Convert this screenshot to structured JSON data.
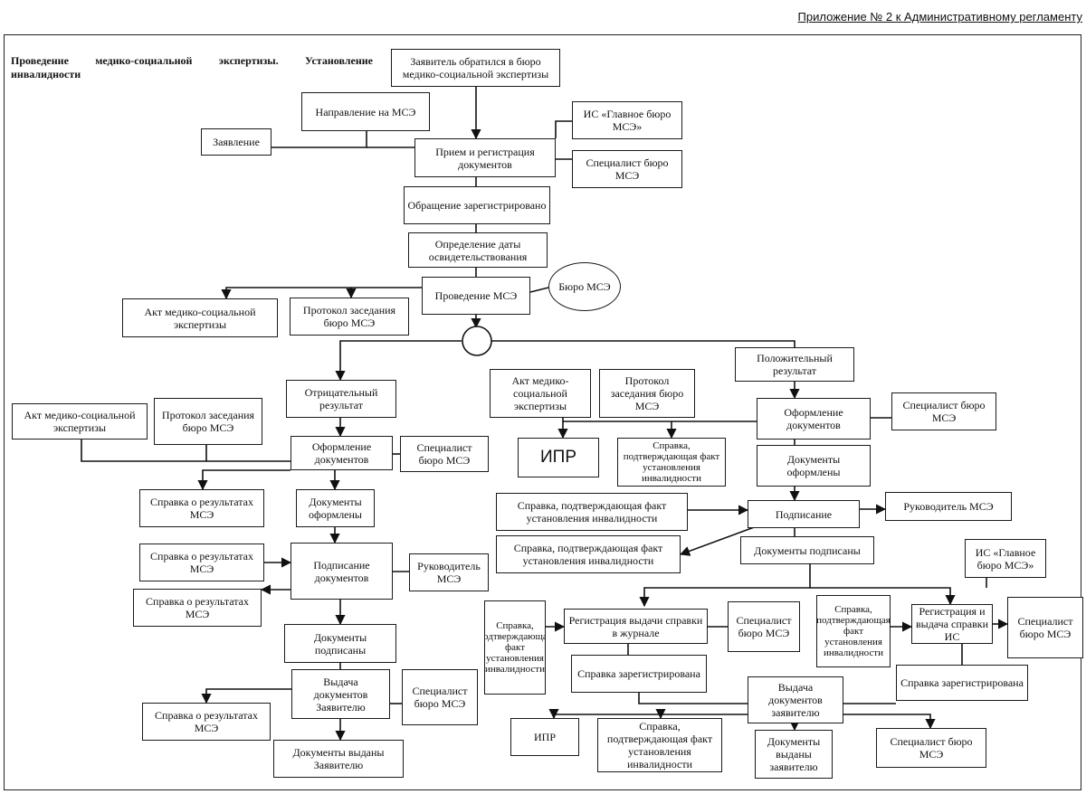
{
  "header": "Приложение № 2 к Административному регламенту",
  "title": "Проведение медико-социальной экспертизы. Установление инвалидности",
  "nodes": {
    "applicant": "Заявитель обратился в бюро медико-социальной экспертизы",
    "referral": "Направление на МСЭ",
    "is_main_top": "ИС «Главное бюро МСЭ»",
    "application": "Заявление",
    "reception": "Прием и регистрация документов",
    "specialist_top": "Специалист бюро МСЭ",
    "registered": "Обращение зарегистрировано",
    "date_def": "Определение даты освидетельствования",
    "bureau": "Бюро МСЭ",
    "conduct": "Проведение МСЭ",
    "act_top": "Акт медико-социальной экспертизы",
    "protocol_top": "Протокол заседания бюро МСЭ",
    "positive": "Положительный результат",
    "negative": "Отрицательный результат",
    "act_pos": "Акт медико-социальной экспертизы",
    "protocol_pos": "Протокол заседания бюро МСЭ",
    "docs_pos": "Оформление документов",
    "spec_pos": "Специалист бюро МСЭ",
    "ipr_big": "ИПР",
    "cert_pos1": "Справка, подтверждающая факт установления инвалидности",
    "docs_done_pos": "Документы оформлены",
    "cert_sign_in": "Справка, подтверждающая факт установления инвалидности",
    "signing_pos": "Подписание",
    "head_pos": "Руководитель МСЭ",
    "cert_sign_out": "Справка, подтверждающая факт установления инвалидности",
    "signed_pos": "Документы подписаны",
    "is_main_right": "ИС «Главное бюро МСЭ»",
    "cert_journal_in": "Справка, подтверждающая факт установления инвалидности",
    "journal": "Регистрация выдачи справки в журнале",
    "spec_journal": "Специалист бюро МСЭ",
    "cert_is_in": "Справка, подтверждающая факт установления инвалидности",
    "reg_is": "Регистрация и выдача справки ИС",
    "spec_is": "Специалист бюро МСЭ",
    "cert_reg1": "Справка зарегистрирована",
    "cert_reg2": "Справка зарегистрирована",
    "issue_pos": "Выдача документов заявителю",
    "ipr_small": "ИПР",
    "cert_final": "Справка, подтверждающая факт установления инвалидности",
    "issued_pos": "Документы выданы заявителю",
    "spec_final": "Специалист бюро МСЭ",
    "act_neg": "Акт медико-социальной экспертизы",
    "protocol_neg": "Протокол заседания бюро МСЭ",
    "docs_neg": "Оформление документов",
    "spec_neg": "Специалист бюро МСЭ",
    "res_neg1": "Справка о результатах МСЭ",
    "docs_done_neg": "Документы оформлены",
    "res_neg2": "Справка о результатах МСЭ",
    "signing_neg": "Подписание документов",
    "head_neg": "Руководитель МСЭ",
    "res_neg3": "Справка о результатах МСЭ",
    "signed_neg": "Документы подписаны",
    "issue_neg": "Выдача документов Заявителю",
    "spec_issue_neg": "Специалист бюро МСЭ",
    "res_neg4": "Справка о результатах МСЭ",
    "issued_neg": "Документы выданы Заявителю"
  }
}
